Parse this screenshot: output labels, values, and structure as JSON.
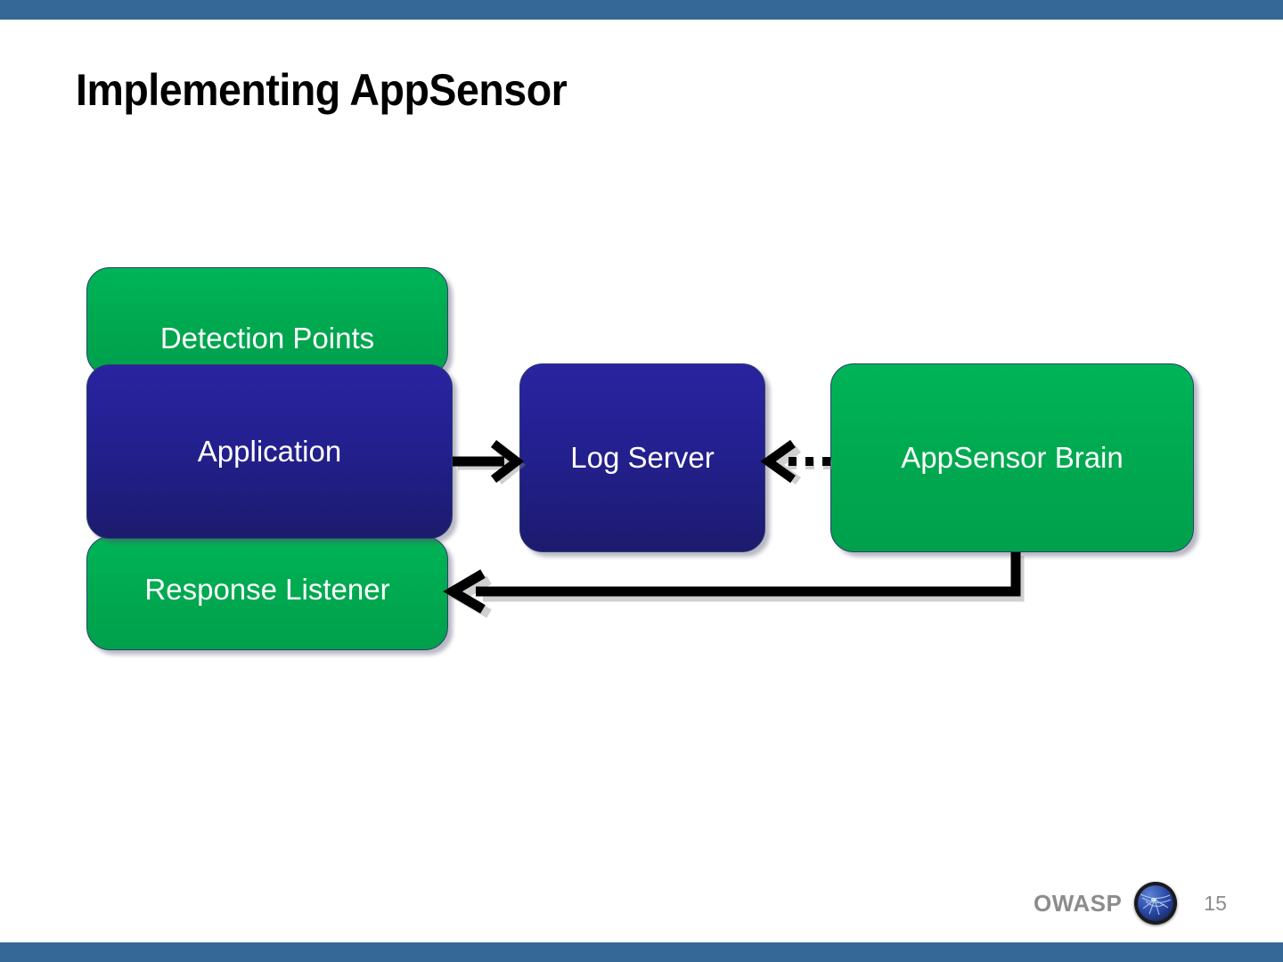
{
  "slide": {
    "title": "Implementing AppSensor",
    "page_number": "15",
    "accent_bar_color": "#356896",
    "background_color": "#ffffff"
  },
  "diagram": {
    "type": "flow",
    "node_colors": {
      "green": "#00a74f",
      "blue": "#23208f",
      "border": "#2d3f6b",
      "text": "#ffffff"
    },
    "nodes": [
      {
        "id": "detection-points",
        "label": "Detection Points",
        "color": "green"
      },
      {
        "id": "application",
        "label": "Application",
        "color": "blue"
      },
      {
        "id": "response-listener",
        "label": "Response Listener",
        "color": "green"
      },
      {
        "id": "log-server",
        "label": "Log Server",
        "color": "blue"
      },
      {
        "id": "appsensor-brain",
        "label": "AppSensor Brain",
        "color": "green"
      }
    ],
    "edges": [
      {
        "from": "application",
        "to": "log-server",
        "style": "solid",
        "direction": "right"
      },
      {
        "from": "appsensor-brain",
        "to": "log-server",
        "style": "dotted",
        "direction": "left"
      },
      {
        "from": "appsensor-brain",
        "to": "response-listener",
        "style": "solid",
        "direction": "left"
      }
    ]
  },
  "footer": {
    "brand": "OWASP",
    "logo_icon": "owasp-sphere-icon",
    "page_number": "15"
  }
}
